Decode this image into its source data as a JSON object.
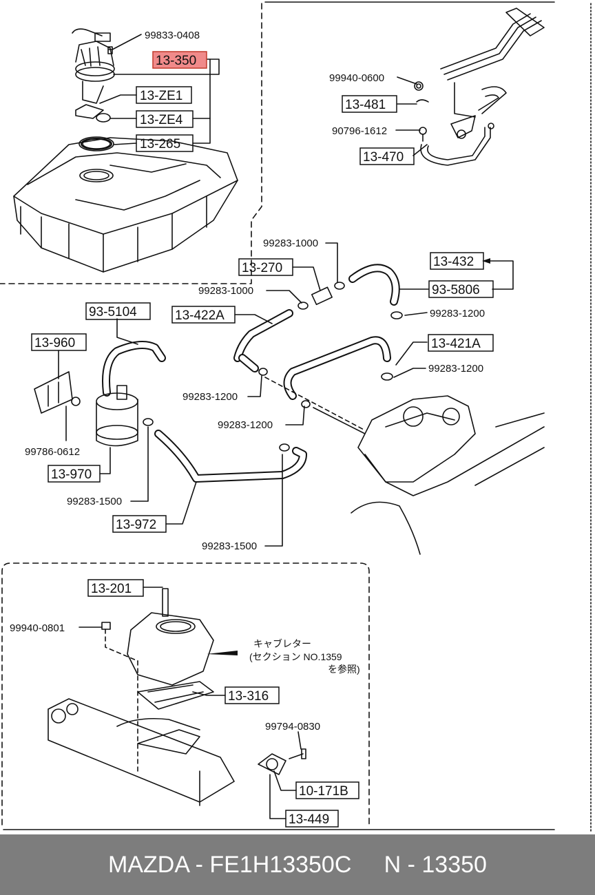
{
  "diagram": {
    "callouts": [
      {
        "id": "c1",
        "text": "99833-0408",
        "boxed": false
      },
      {
        "id": "c2",
        "text": "13-350",
        "boxed": true,
        "highlight": true
      },
      {
        "id": "c3",
        "text": "13-ZE1",
        "boxed": true
      },
      {
        "id": "c4",
        "text": "13-ZE4",
        "boxed": true
      },
      {
        "id": "c5",
        "text": "13-265",
        "boxed": true
      },
      {
        "id": "c6",
        "text": "99940-0600",
        "boxed": false
      },
      {
        "id": "c7",
        "text": "13-481",
        "boxed": true
      },
      {
        "id": "c8",
        "text": "90796-1612",
        "boxed": false
      },
      {
        "id": "c9",
        "text": "13-470",
        "boxed": true
      },
      {
        "id": "c10",
        "text": "99283-1000",
        "boxed": false
      },
      {
        "id": "c11",
        "text": "13-432",
        "boxed": true
      },
      {
        "id": "c12",
        "text": "13-270",
        "boxed": true
      },
      {
        "id": "c13",
        "text": "99283-1000",
        "boxed": false
      },
      {
        "id": "c14",
        "text": "93-5806",
        "boxed": true
      },
      {
        "id": "c15",
        "text": "93-5104",
        "boxed": true
      },
      {
        "id": "c16",
        "text": "13-422A",
        "boxed": true
      },
      {
        "id": "c17",
        "text": "99283-1200",
        "boxed": false
      },
      {
        "id": "c18",
        "text": "13-960",
        "boxed": true
      },
      {
        "id": "c19",
        "text": "13-421A",
        "boxed": true
      },
      {
        "id": "c20",
        "text": "99283-1200",
        "boxed": false
      },
      {
        "id": "c21",
        "text": "99283-1200",
        "boxed": false
      },
      {
        "id": "c22",
        "text": "99283-1200",
        "boxed": false
      },
      {
        "id": "c23",
        "text": "99786-0612",
        "boxed": false
      },
      {
        "id": "c24",
        "text": "13-970",
        "boxed": true
      },
      {
        "id": "c25",
        "text": "99283-1500",
        "boxed": false
      },
      {
        "id": "c26",
        "text": "13-972",
        "boxed": true
      },
      {
        "id": "c27",
        "text": "99283-1500",
        "boxed": false
      },
      {
        "id": "c28",
        "text": "13-201",
        "boxed": true
      },
      {
        "id": "c29",
        "text": "99940-0801",
        "boxed": false
      },
      {
        "id": "c30",
        "text": "13-316",
        "boxed": true
      },
      {
        "id": "c31",
        "text": "99794-0830",
        "boxed": false
      },
      {
        "id": "c32",
        "text": "10-171B",
        "boxed": true
      },
      {
        "id": "c33",
        "text": "13-449",
        "boxed": true
      }
    ],
    "carb_note": {
      "line1": "キャブレター",
      "line2": "(セクション NO.1359",
      "line3": "を参照)"
    },
    "highlight_color": "#f08a8a"
  },
  "footer": {
    "brand": "MAZDA - FE1H13350C",
    "ref": "N - 13350"
  }
}
